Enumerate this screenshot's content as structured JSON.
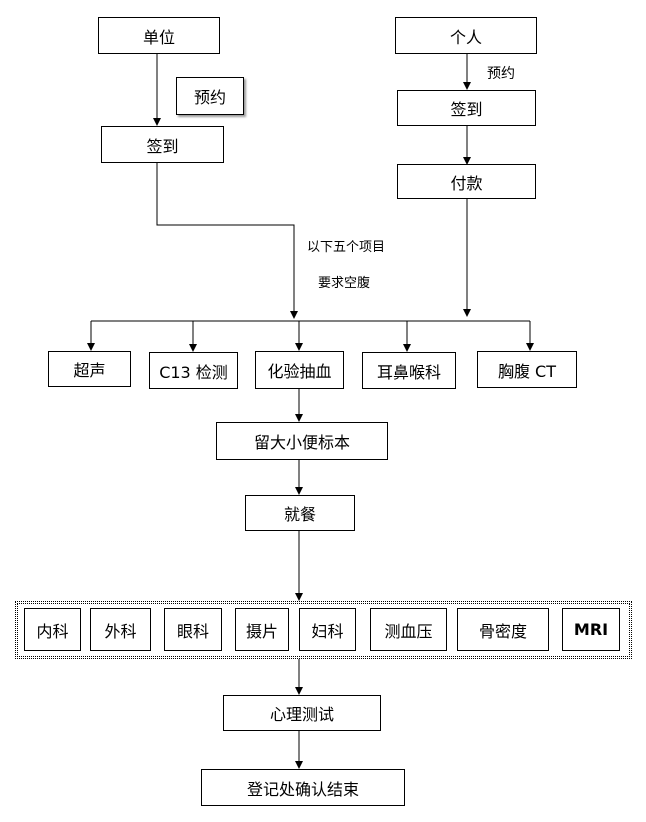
{
  "entry": {
    "unit": "单位",
    "person": "个人",
    "booking_note": "预约",
    "unit_checkin": "签到",
    "person_booking": "预约",
    "person_checkin": "签到",
    "payment": "付款"
  },
  "fasting_note": [
    "以下五个项目",
    "要求空腹"
  ],
  "fasting_items": [
    "超声",
    "C13 检测",
    "化验抽血",
    "耳鼻喉科",
    "胸腹 CT"
  ],
  "sample": "留大小便标本",
  "meal": "就餐",
  "exam_items": [
    "内科",
    "外科",
    "眼科",
    "摄片",
    "妇科",
    "测血压",
    "骨密度",
    "MRI"
  ],
  "psych_test": "心理测试",
  "finish": "登记处确认结束"
}
